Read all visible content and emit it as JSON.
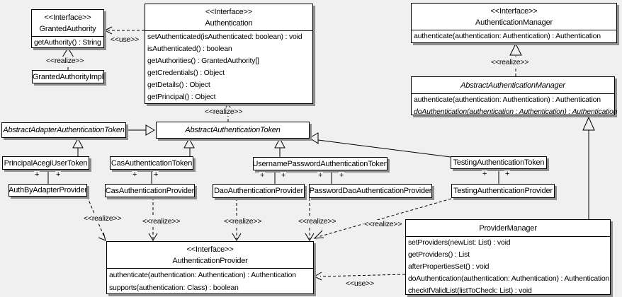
{
  "labels": {
    "interface": "<<Interface>>",
    "realize": "<<realize>>",
    "use": "<<use>>",
    "plus": "+"
  },
  "classes": {
    "granted_authority": {
      "stereotype": "<<Interface>>",
      "name": "GrantedAuthority",
      "methods": [
        "getAuthority() : String"
      ]
    },
    "granted_authority_impl": {
      "name": "GrantedAuthorityImpl"
    },
    "authentication": {
      "stereotype": "<<Interface>>",
      "name": "Authentication",
      "methods": [
        "setAuthenticated(isAuthenticated: boolean) : void",
        "isAuthenticated() : boolean",
        "getAuthorities() : GrantedAuthority[]",
        "getCredentials() : Object",
        "getDetails() : Object",
        "getPrincipal() : Object"
      ]
    },
    "authentication_manager": {
      "stereotype": "<<Interface>>",
      "name": "AuthenticationManager",
      "methods": [
        "authenticate(authentication: Authentication) : Authentication"
      ]
    },
    "abstract_authentication_manager": {
      "name": "AbstractAuthenticationManager",
      "methods": [
        "authenticate(authentication: Authentication) : Authentication",
        "doAuthentication(authentication : Authentication) : Authentication"
      ]
    },
    "abstract_adapter_authentication_token": {
      "name": "AbstractAdapterAuthenticationToken"
    },
    "abstract_authentication_token": {
      "name": "AbstractAuthenticationToken"
    },
    "principal_acegi_user_token": {
      "name": "PrincipalAcegiUserToken"
    },
    "cas_authentication_token": {
      "name": "CasAuthenticationToken"
    },
    "username_password_authentication_token": {
      "name": "UsernamePasswordAuthenticationToken"
    },
    "testing_authentication_token": {
      "name": "TestingAuthenticationToken"
    },
    "auth_by_adapter_provider": {
      "name": "AuthByAdapterProvider"
    },
    "cas_authentication_provider": {
      "name": "CasAuthenticationProvider"
    },
    "dao_authentication_provider": {
      "name": "DaoAuthenticationProvider"
    },
    "password_dao_authentication_provider": {
      "name": "PasswordDaoAuthenticationProvider"
    },
    "testing_authentication_provider": {
      "name": "TestingAuthenticationProvider"
    },
    "authentication_provider": {
      "stereotype": "<<Interface>>",
      "name": "AuthenticationProvider",
      "methods": [
        "authenticate(authentication: Authentication) : Authentication",
        "supports(authentication: Class) : boolean"
      ]
    },
    "provider_manager": {
      "name": "ProviderManager",
      "methods": [
        "setProviders(newList: List) : void",
        "getProviders() : List",
        "afterPropertiesSet() : void",
        "doAuthentication(authentication: Authentication) : Authentication",
        "checkIfValidList(listToCheck: List) : void"
      ]
    }
  }
}
